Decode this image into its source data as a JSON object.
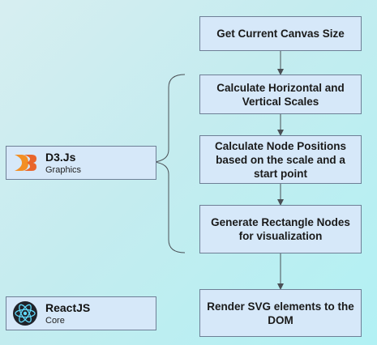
{
  "steps": [
    "Get Current Canvas Size",
    "Calculate Horizontal and Vertical Scales",
    "Calculate Node Positions based on the scale and a start point",
    "Generate Rectangle Nodes for visualization",
    "Render SVG elements to the DOM"
  ],
  "libraries": [
    {
      "name": "D3.Js",
      "role": "Graphics",
      "icon": "d3-logo-icon"
    },
    {
      "name": "ReactJS",
      "role": "Core",
      "icon": "react-logo-icon"
    }
  ],
  "colors": {
    "box_fill": "#d6e8f9",
    "box_border": "#6e7f96",
    "connector": "#4a4f55",
    "d3_orange": "#f38f25",
    "react_cyan": "#61dafb"
  }
}
